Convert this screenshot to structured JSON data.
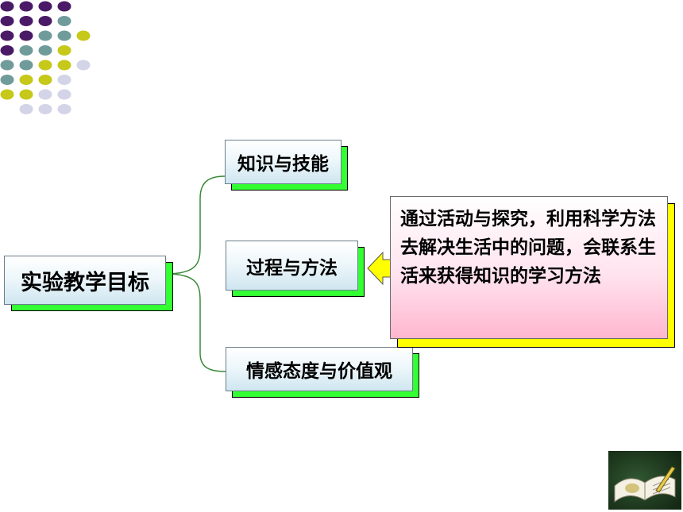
{
  "diagram": {
    "root": {
      "label": "实验教学目标"
    },
    "branches": [
      {
        "label": "知识与技能"
      },
      {
        "label": "过程与方法"
      },
      {
        "label": "情感态度与价值观"
      }
    ],
    "callout": {
      "text": "通过活动与探究，利用科学方法去解决生活中的问题，会联系生活来获得知识的学习方法"
    }
  },
  "colors": {
    "dot_purple": "#4b1a66",
    "dot_teal": "#6f9c9a",
    "dot_yellow": "#c6c81a",
    "dot_lavender": "#d4d4e8",
    "node_shadow": "#33ff33",
    "connector": "#3a8a3a",
    "arrow": "#ffff00",
    "callout_shadow": "#ffff00"
  },
  "icons": [
    "dot-grid-decoration",
    "left-arrow-icon",
    "book-pencil-icon"
  ]
}
